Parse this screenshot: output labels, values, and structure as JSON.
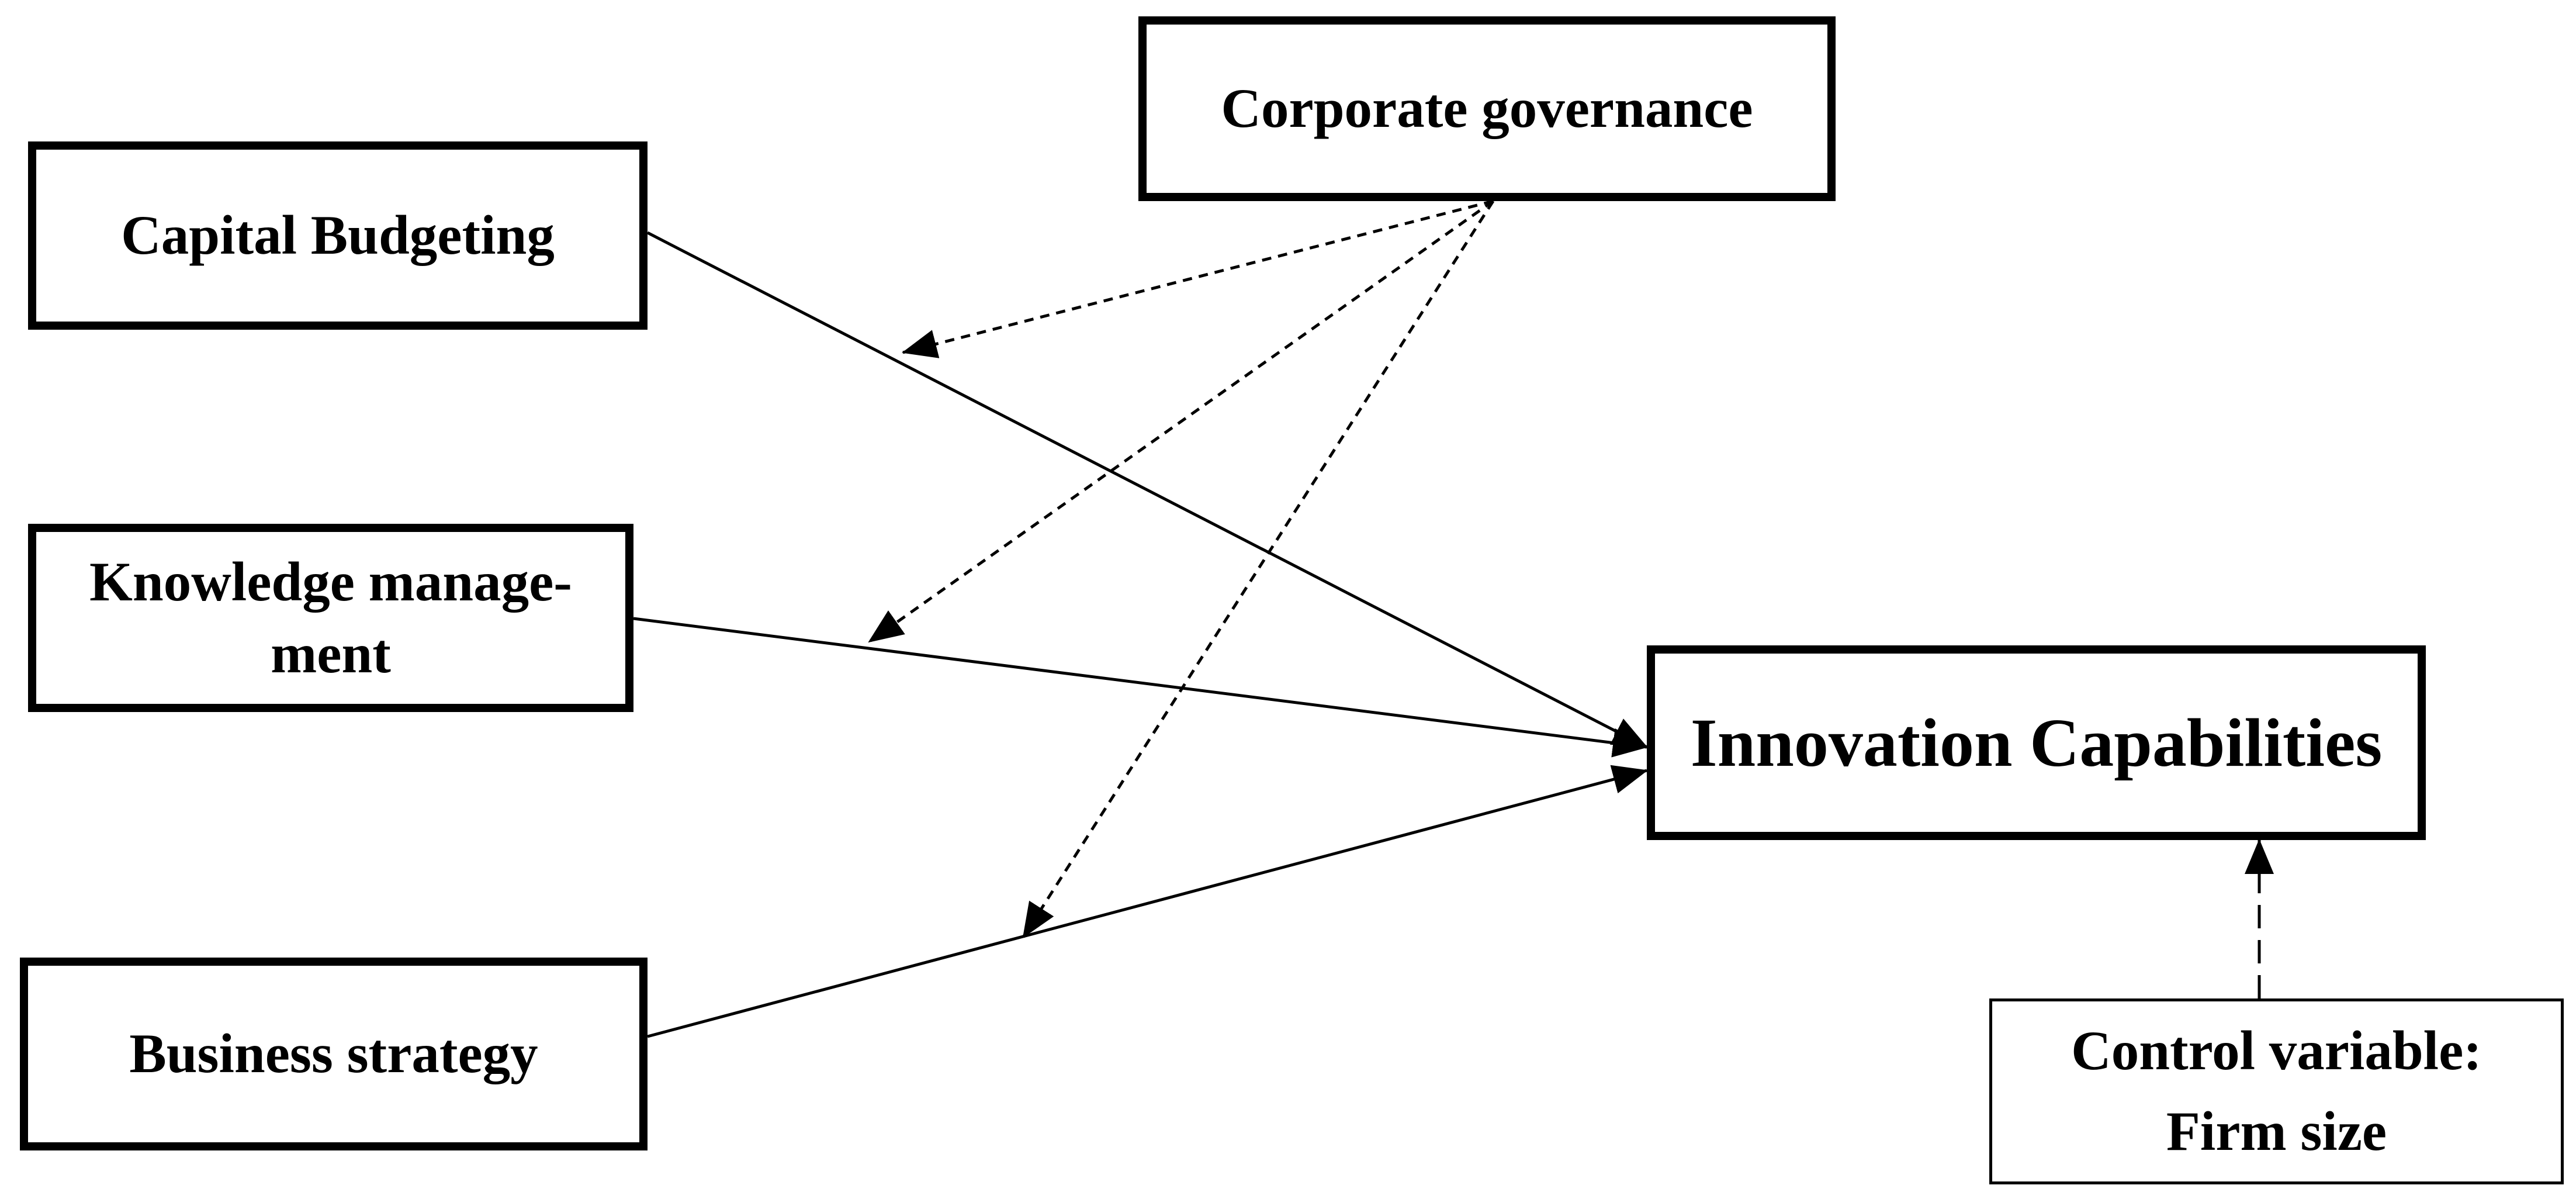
{
  "diagram": {
    "nodes": {
      "corporate_governance": "Corporate governance",
      "capital_budgeting": "Capital Budgeting",
      "knowledge_management": "Knowledge manage-\nment",
      "business_strategy": "Business strategy",
      "innovation_capabilities": "Innovation Capabilities",
      "control_variable": "Control variable:\nFirm size"
    },
    "edges": [
      {
        "from": "capital_budgeting",
        "to": "innovation_capabilities",
        "style": "solid"
      },
      {
        "from": "knowledge_management",
        "to": "innovation_capabilities",
        "style": "solid"
      },
      {
        "from": "business_strategy",
        "to": "innovation_capabilities",
        "style": "solid"
      },
      {
        "from": "corporate_governance",
        "to": "capital_budgeting_link",
        "style": "dotted"
      },
      {
        "from": "corporate_governance",
        "to": "knowledge_management_link",
        "style": "dotted"
      },
      {
        "from": "corporate_governance",
        "to": "business_strategy_link",
        "style": "dotted"
      },
      {
        "from": "control_variable",
        "to": "innovation_capabilities",
        "style": "dashed"
      }
    ],
    "colors": {
      "line": "#000000",
      "background": "#ffffff"
    }
  }
}
